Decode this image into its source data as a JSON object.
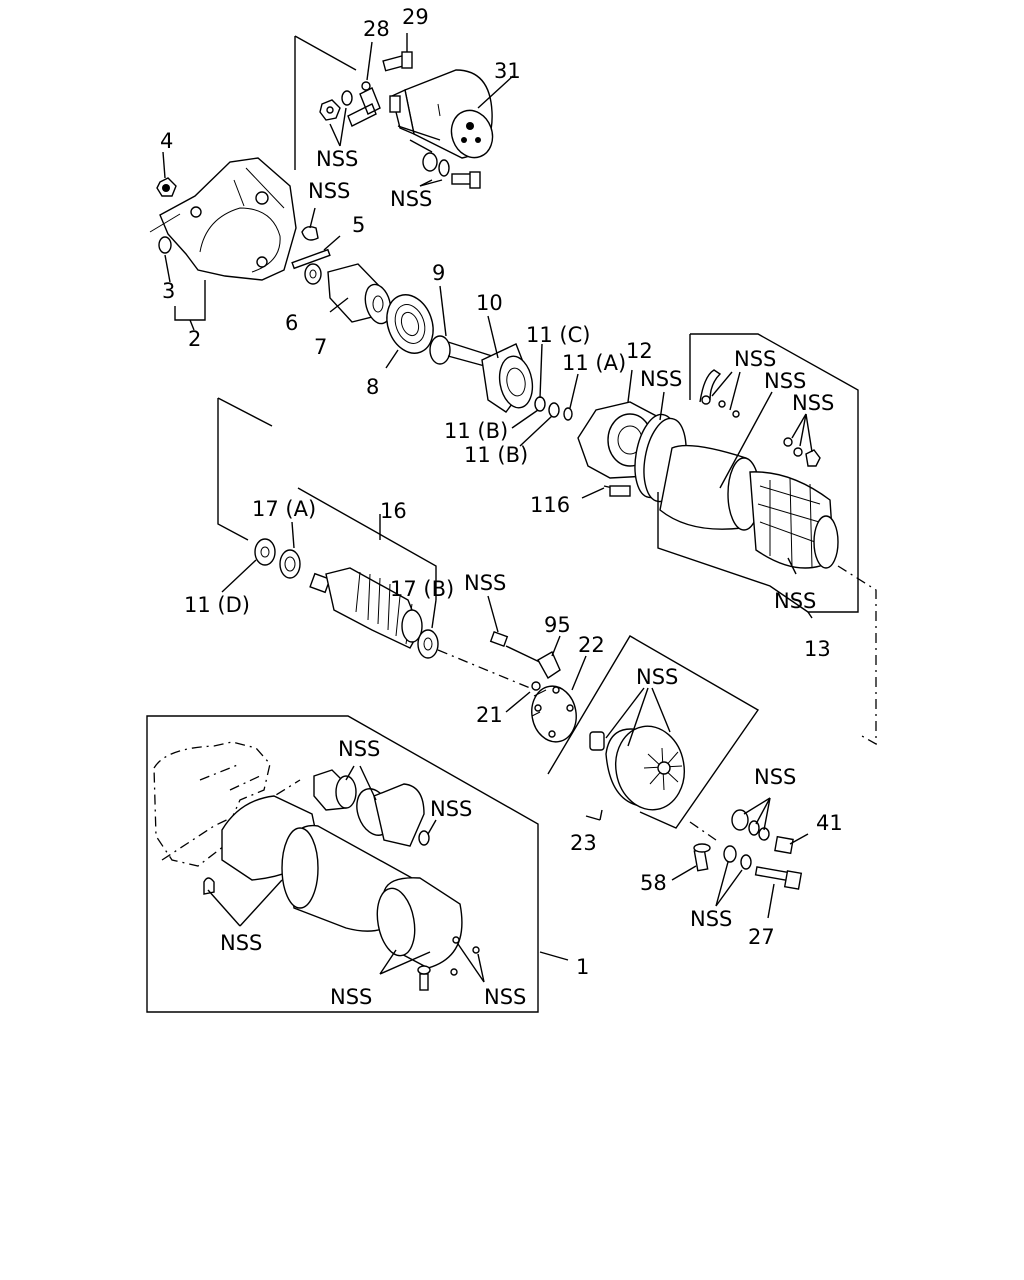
{
  "labels": {
    "l29": "29",
    "l28": "28",
    "l31": "31",
    "l4": "4",
    "nss_a": "NSS",
    "nss_b": "NSS",
    "nss_c": "NSS",
    "l5": "5",
    "l3": "3",
    "l2": "2",
    "l6": "6",
    "l7": "7",
    "l8": "8",
    "l9": "9",
    "l10": "10",
    "l11c": "11 (C)",
    "l11a": "11 (A)",
    "l12": "12",
    "nss_d": "NSS",
    "l11b1": "11 (B)",
    "l11b2": "11 (B)",
    "nss_e": "NSS",
    "nss_f": "NSS",
    "nss_g": "NSS",
    "l116": "116",
    "l17a": "17 (A)",
    "l16": "16",
    "l11d": "11 (D)",
    "l17b": "17 (B)",
    "nss_h": "NSS",
    "nss_i": "NSS",
    "l13": "13",
    "l95": "95",
    "l22": "22",
    "l21": "21",
    "nss_j": "NSS",
    "nss_k": "NSS",
    "nss_l": "NSS",
    "nss_m": "NSS",
    "l41": "41",
    "l23": "23",
    "l58": "58",
    "nss_n": "NSS",
    "l27": "27",
    "nss_o": "NSS",
    "nss_p": "NSS",
    "nss_q": "NSS",
    "l1": "1"
  }
}
